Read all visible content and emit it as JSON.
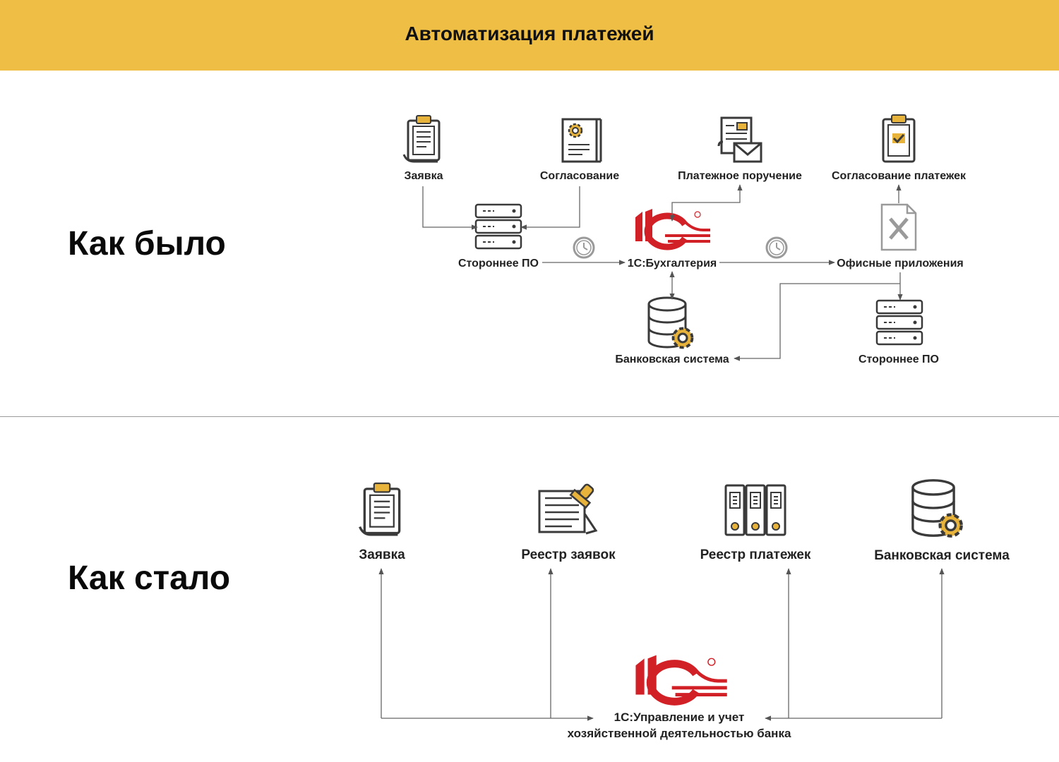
{
  "header": {
    "title": "Автоматизация платежей"
  },
  "sections": {
    "before": {
      "title": "Как было"
    },
    "after": {
      "title": "Как стало"
    }
  },
  "colors": {
    "header_bg": "#EFBE45",
    "accent_yellow": "#E8B33A",
    "logo_red": "#D22027",
    "icon_dark": "#3a3a3a",
    "line_gray": "#666666"
  },
  "before": {
    "nodes": {
      "request": "Заявка",
      "approval": "Согласование",
      "payment_order": "Платежное поручение",
      "payment_approval": "Согласование платежек",
      "third_party_sw_1": "Стороннее ПО",
      "accounting": "1С:Бухгалтерия",
      "office_apps": "Офисные приложения",
      "bank_system": "Банковская система",
      "third_party_sw_2": "Стороннее ПО"
    },
    "icons": [
      "clipboard-icon",
      "gear-document-icon",
      "envelope-document-icon",
      "check-clipboard-icon",
      "server-icon",
      "excel-file-icon",
      "database-gear-icon",
      "server-icon",
      "clock-icon",
      "clock-icon",
      "1c-logo"
    ]
  },
  "after": {
    "nodes": {
      "request": "Заявка",
      "request_registry": "Реестр заявок",
      "payment_registry": "Реестр платежек",
      "bank_system": "Банковская система",
      "core_line1": "1С:Управление и учет",
      "core_line2": "хозяйственной деятельностью банка"
    },
    "icons": [
      "clipboard-icon",
      "stamp-document-icon",
      "binders-icon",
      "database-gear-icon",
      "1c-logo"
    ]
  }
}
